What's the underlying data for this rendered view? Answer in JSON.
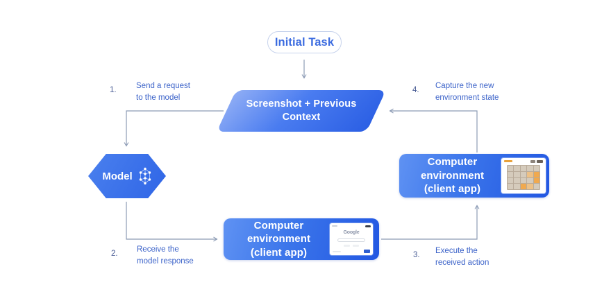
{
  "colors": {
    "node_gradient_start": "#8fadf5",
    "node_gradient_end": "#2b5fe4",
    "box_gradient_start": "#5f92f3",
    "box_gradient_end": "#2257e2",
    "hexagon_blue": "#3b72e8",
    "arrow_gray": "#8c9bb5",
    "step_label_blue": "#3c63c9",
    "pill_text_blue": "#3c6ce0",
    "pill_border": "#c6d2ec",
    "grid_tile_orange": "#f0a94f"
  },
  "diagram": {
    "initial_task": {
      "label": "Initial Task"
    },
    "context_node": {
      "label": "Screenshot + Previous\nContext"
    },
    "model_node": {
      "label": "Model",
      "icon": "neural-network-icon"
    },
    "env_bottom": {
      "label": "Computer environment\n(client app)",
      "thumbnail": "google-search-page-thumbnail",
      "thumbnail_text": "Google"
    },
    "env_right": {
      "label": "Computer environment\n(client app)",
      "thumbnail": "grid-game-app-thumbnail"
    },
    "steps": [
      {
        "num": "1.",
        "text": "Send a request\nto the model"
      },
      {
        "num": "2.",
        "text": "Receive the\nmodel response"
      },
      {
        "num": "3.",
        "text": "Execute the\nreceived action"
      },
      {
        "num": "4.",
        "text": "Capture the new\nenvironment state"
      }
    ]
  }
}
